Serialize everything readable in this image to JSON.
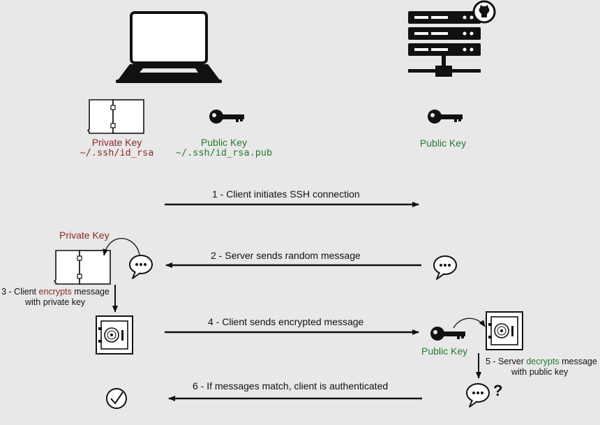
{
  "colors": {
    "private": "#8b2a25",
    "public": "#237a2e",
    "ink": "#111111",
    "background": "#e8e8e8"
  },
  "icons": [
    "laptop-icon",
    "server-rack-icon",
    "github-badge-icon",
    "door-icon",
    "key-icon",
    "speech-bubble-icon",
    "safe-icon",
    "checkmark-icon"
  ],
  "client_keys": {
    "private_label": "Private Key",
    "private_path": "~/.ssh/id_rsa",
    "public_label": "Public Key",
    "public_path": "~/.ssh/id_rsa.pub"
  },
  "server_keys": {
    "public_label": "Public Key"
  },
  "steps": {
    "step1": "1 - Client initiates SSH connection",
    "step2": "2 - Server sends random message",
    "step3_prefix": "3 - Client ",
    "step3_highlight": "encrypts",
    "step3_suffix": " message",
    "step3_line2": "with private key",
    "step3_key_label": "Private Key",
    "step4": "4 - Client sends encrypted message",
    "step4_key_label": "Public Key",
    "step5_prefix": "5 - Server ",
    "step5_highlight": "decrypts",
    "step5_suffix": " message",
    "step5_line2": "with public key",
    "step5_mark": "?",
    "step6": "6 - If messages match, client is authenticated"
  }
}
